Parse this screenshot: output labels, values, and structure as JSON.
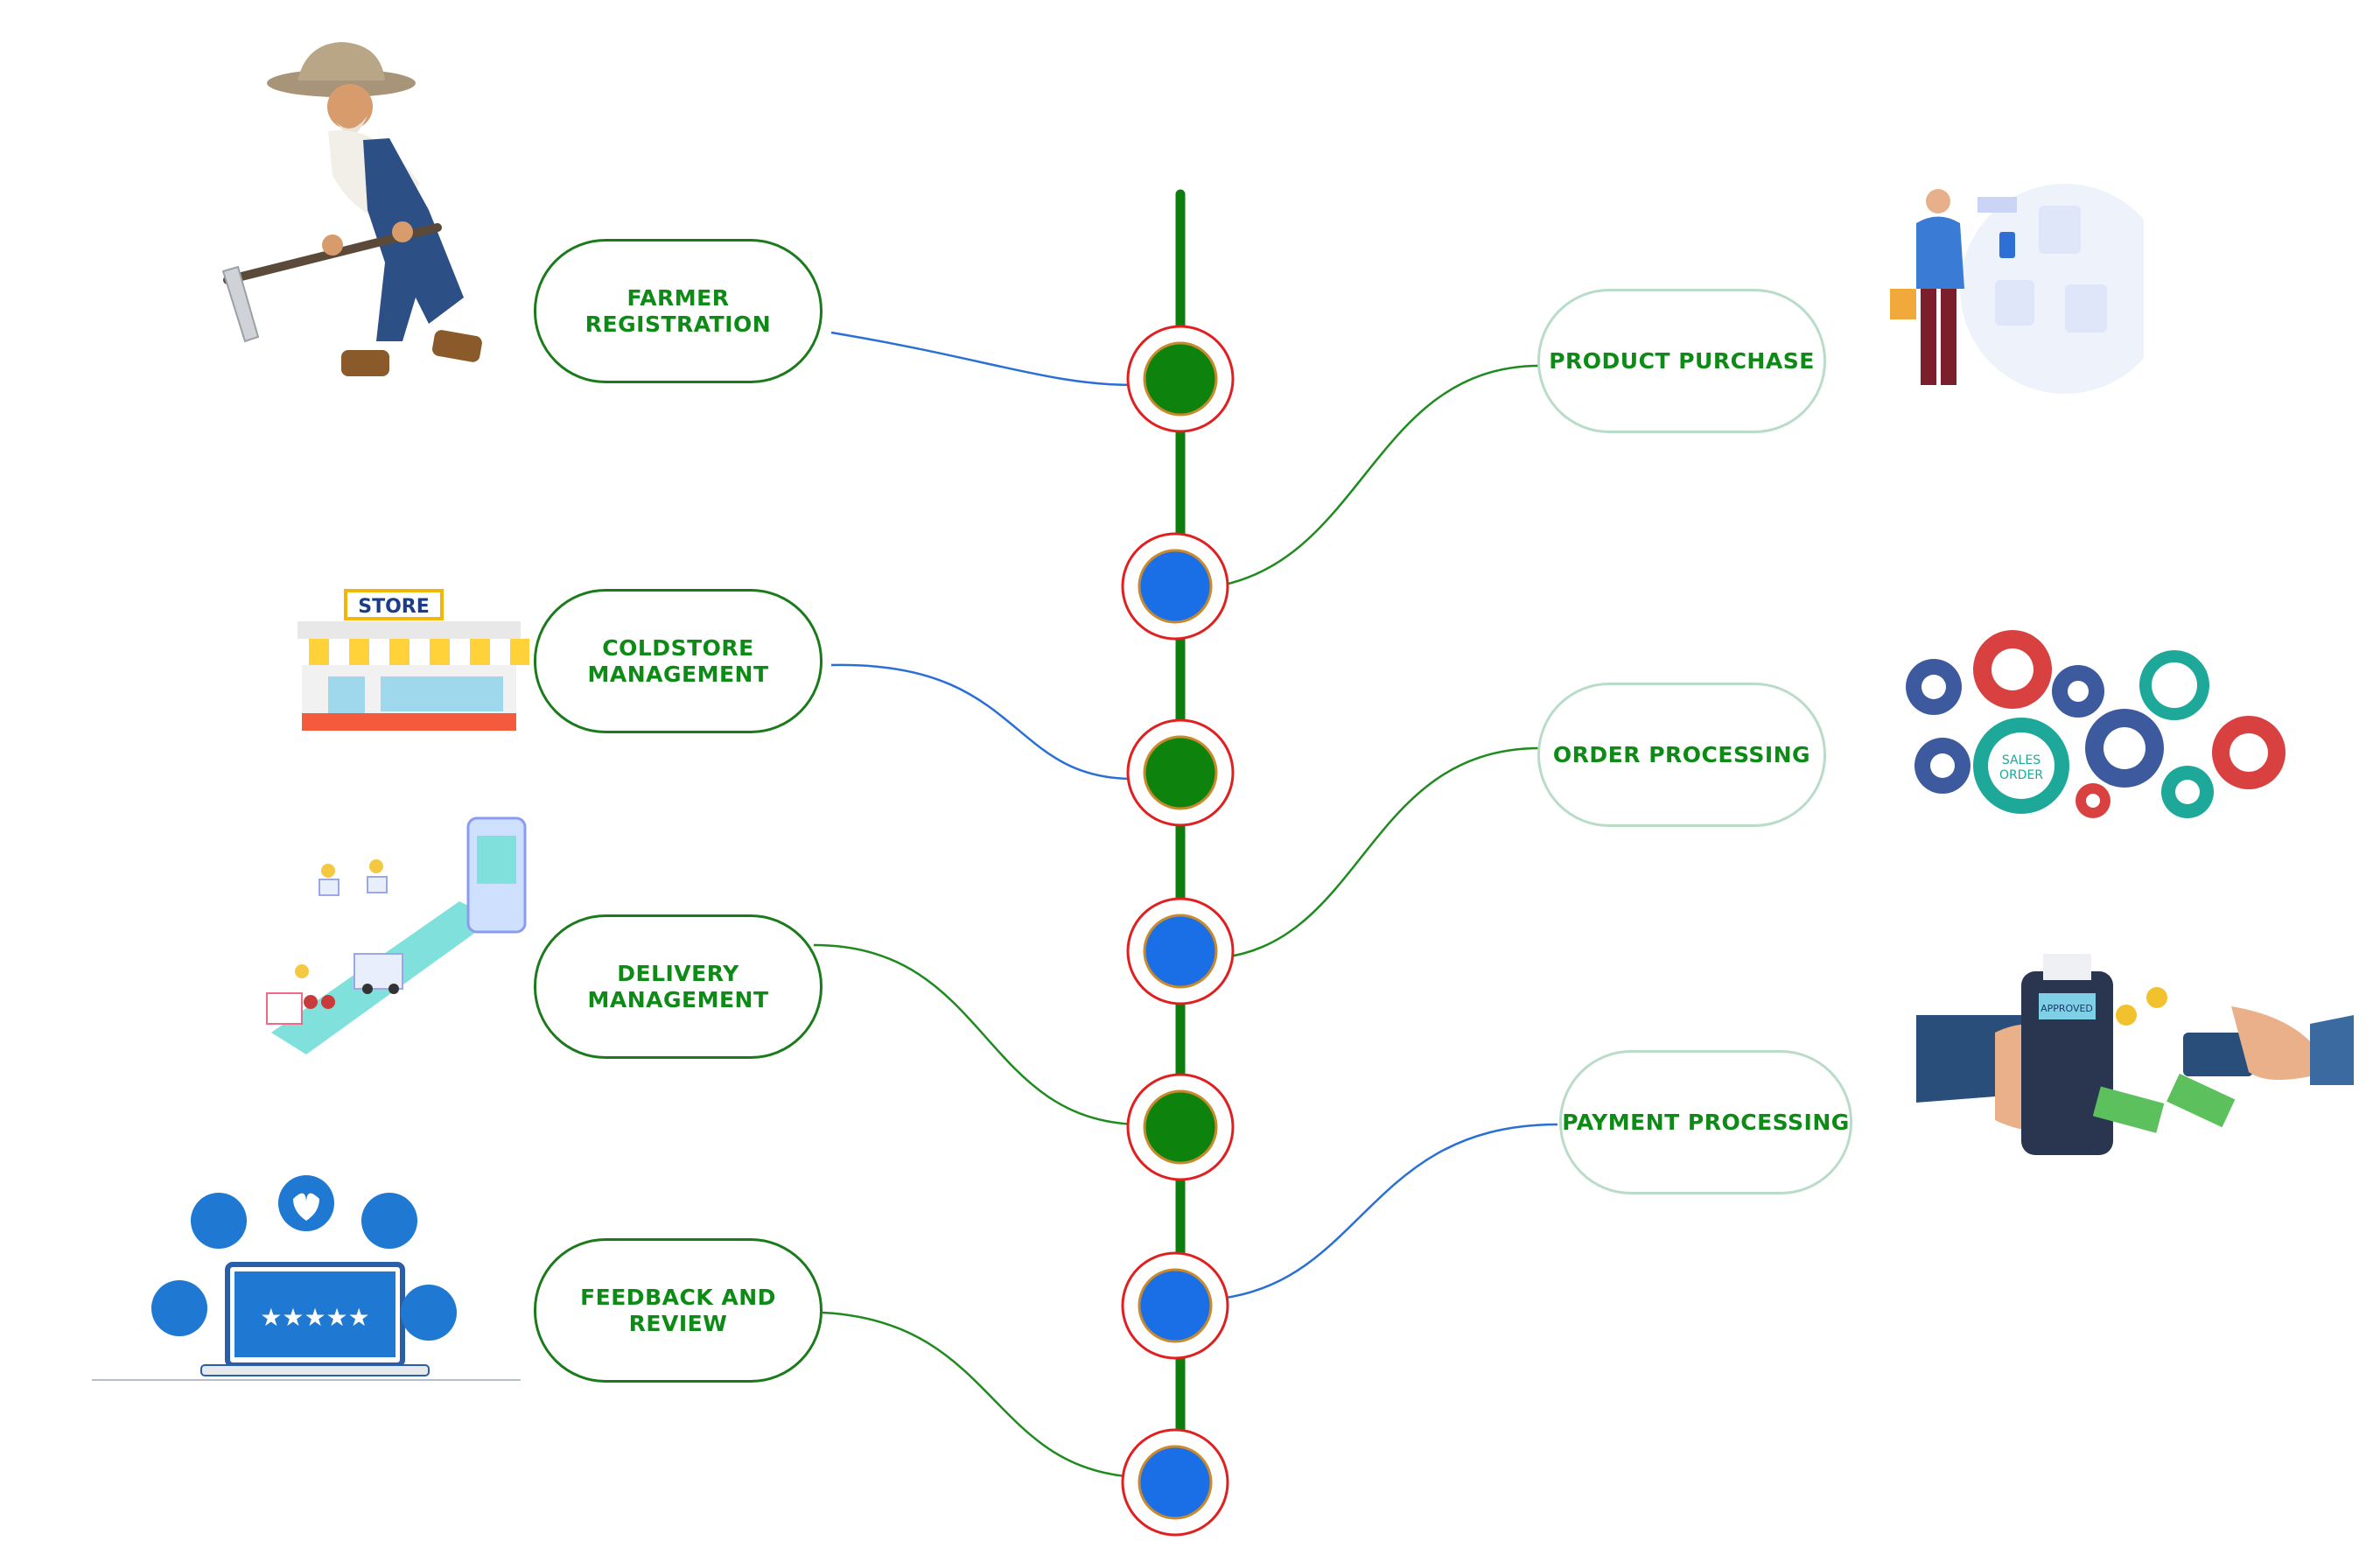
{
  "steps_left": [
    {
      "label": "FARMER\nREGISTRATION",
      "illustration": "farmer-with-hoe"
    },
    {
      "label": "COLDSTORE\nMANAGEMENT",
      "illustration": "store-front"
    },
    {
      "label": "DELIVERY\nMANAGEMENT",
      "illustration": "isometric-delivery-route"
    },
    {
      "label": "FEEDBACK AND REVIEW",
      "illustration": "laptop-five-star-review"
    }
  ],
  "steps_right": [
    {
      "label": "PRODUCT PURCHASE",
      "illustration": "person-shopping-online"
    },
    {
      "label": "ORDER PROCESSING",
      "illustration": "sales-order-gears"
    },
    {
      "label": "PAYMENT PROCESSING",
      "illustration": "card-payment-terminal"
    }
  ],
  "illustration_text": {
    "store_sign": "STORE",
    "gear_center_line1": "SALES",
    "gear_center_line2": "ORDER",
    "terminal_screen": "APPROVED"
  },
  "colors": {
    "timeline": "#0d7d0d",
    "node_green": "#0d820d",
    "node_blue": "#1a6ee6",
    "node_ring": "#e02020",
    "node_border": "#c98a2e",
    "connector_blue": "#2a6fd6",
    "connector_green": "#1f8a1f",
    "label_text": "#0e8a16"
  }
}
